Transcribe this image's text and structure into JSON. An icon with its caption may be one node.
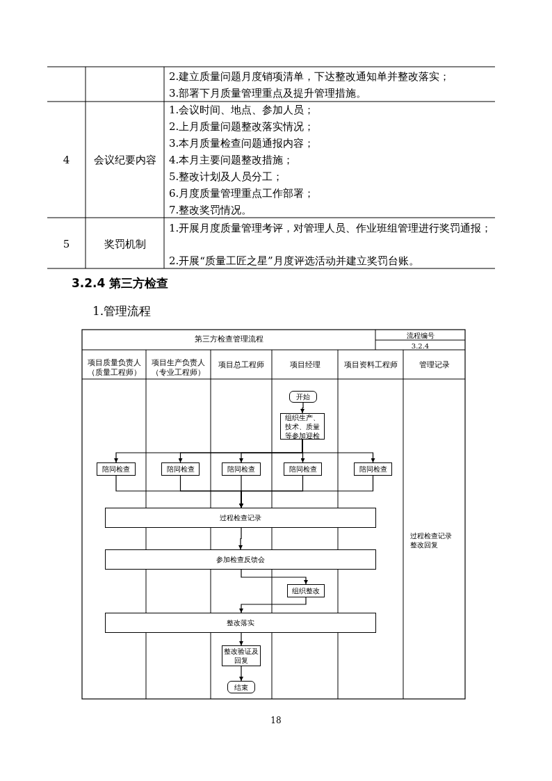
{
  "diagram": {
    "title": "第三方检查管理流程",
    "nodes": [
      {
        "text": [
          "开始"
        ]
      },
      {
        "text": [
          "组织生产、技术、质量等参加迎检"
        ]
      },
      {
        "text": [
          "陪同检查"
        ]
      },
      {
        "text": [
          "陪同检查"
        ]
      },
      {
        "text": [
          "陪同检查"
        ]
      },
      {
        "text": [
          "陪同检查"
        ]
      },
      {
        "text": [
          "陪同检查"
        ]
      },
      {
        "text": [
          "过程检查记录"
        ]
      },
      {
        "text": [
          "参加检查反馈会"
        ]
      },
      {
        "text": [
          "组织整改"
        ]
      },
      {
        "text": [
          "整改落实"
        ]
      },
      {
        "text": [
          "整改验证及回复"
        ]
      },
      {
        "text": [
          "结束"
        ]
      }
    ],
    "edges": [
      {
        "from": 0,
        "to": 1,
        "arrow": "to"
      },
      {
        "from": 1,
        "to": 2,
        "arrow": "to"
      },
      {
        "from": 1,
        "to": 3,
        "arrow": "to"
      },
      {
        "from": 1,
        "to": 4,
        "arrow": "to"
      },
      {
        "from": 1,
        "to": 5,
        "arrow": "to"
      },
      {
        "from": 1,
        "to": 6,
        "arrow": "to"
      },
      {
        "from": 2,
        "to": 7,
        "arrow": "to"
      },
      {
        "from": 3,
        "to": 7,
        "arrow": "to"
      },
      {
        "from": 4,
        "to": 7,
        "arrow": "to"
      },
      {
        "from": 5,
        "to": 7,
        "arrow": "to"
      },
      {
        "from": 6,
        "to": 7,
        "arrow": "to"
      },
      {
        "from": 7,
        "to": 8,
        "arrow": "to"
      },
      {
        "from": 8,
        "to": 9,
        "arrow": "to"
      },
      {
        "from": 9,
        "to": 10,
        "arrow": "to"
      },
      {
        "from": 10,
        "to": 11,
        "arrow": "to"
      },
      {
        "from": 11,
        "to": 12,
        "arrow": "to"
      }
    ],
    "labels": [
      "2.建立质量问题月度销项清单，下达整改通知单并整改落实；",
      "3.部署下月质量管理重点及提升管理措施。",
      "4",
      "会议纪要内容",
      "1.会议时间、地点、参加人员；",
      "2.上月质量问题整改落实情况；",
      "3.本月质量检查问题通报内容；",
      "4.本月主要问题整改措施；",
      "5.整改计划及人员分工；",
      "6.月度质量管理重点工作部署；",
      "7.整改奖罚情况。",
      "5",
      "奖罚机制",
      "1.开展月度质量管理考评，对管理人员、作业班组管理进行奖罚通报；",
      "2.开展“质量工匠之星”月度评选活动并建立奖罚台账。",
      "3.2.4 第三方检查",
      "1.管理流程",
      "流程编号",
      "3.2.4",
      "项目质量负责人（质量工程师）",
      "项目生产负责人（专业工程师）",
      "项目总工程师",
      "项目经理",
      "项目资料工程师",
      "管理记录",
      "过程检查记录",
      "整改回复",
      "18"
    ]
  }
}
